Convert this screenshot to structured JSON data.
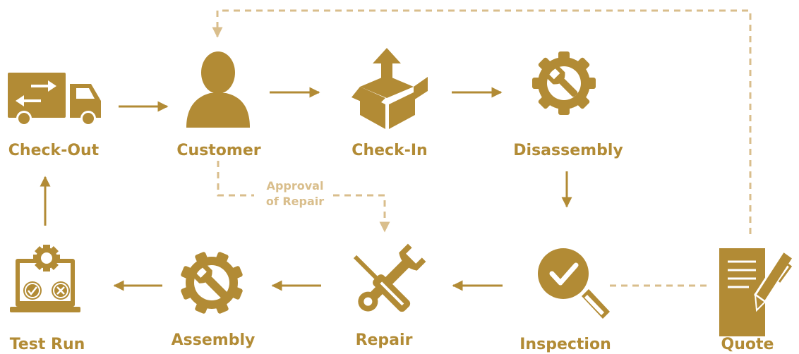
{
  "colors": {
    "primary": "#B28B35",
    "light": "#D9BE8C",
    "white": "#ffffff"
  },
  "nodes": {
    "checkout": {
      "label": "Check-Out",
      "icon": "truck-icon"
    },
    "customer": {
      "label": "Customer",
      "icon": "person-icon"
    },
    "checkin": {
      "label": "Check-In",
      "icon": "open-box-icon"
    },
    "disassembly": {
      "label": "Disassembly",
      "icon": "gear-wrench-icon"
    },
    "quote": {
      "label": "Quote",
      "icon": "document-pen-icon"
    },
    "inspection": {
      "label": "Inspection",
      "icon": "magnifier-check-icon"
    },
    "repair": {
      "label": "Repair",
      "icon": "tools-icon"
    },
    "assembly": {
      "label": "Assembly",
      "icon": "gear-wrench-icon"
    },
    "testrun": {
      "label": "Test Run",
      "icon": "laptop-gear-icon"
    }
  },
  "approval": {
    "line1": "Approval",
    "line2": "of Repair"
  }
}
